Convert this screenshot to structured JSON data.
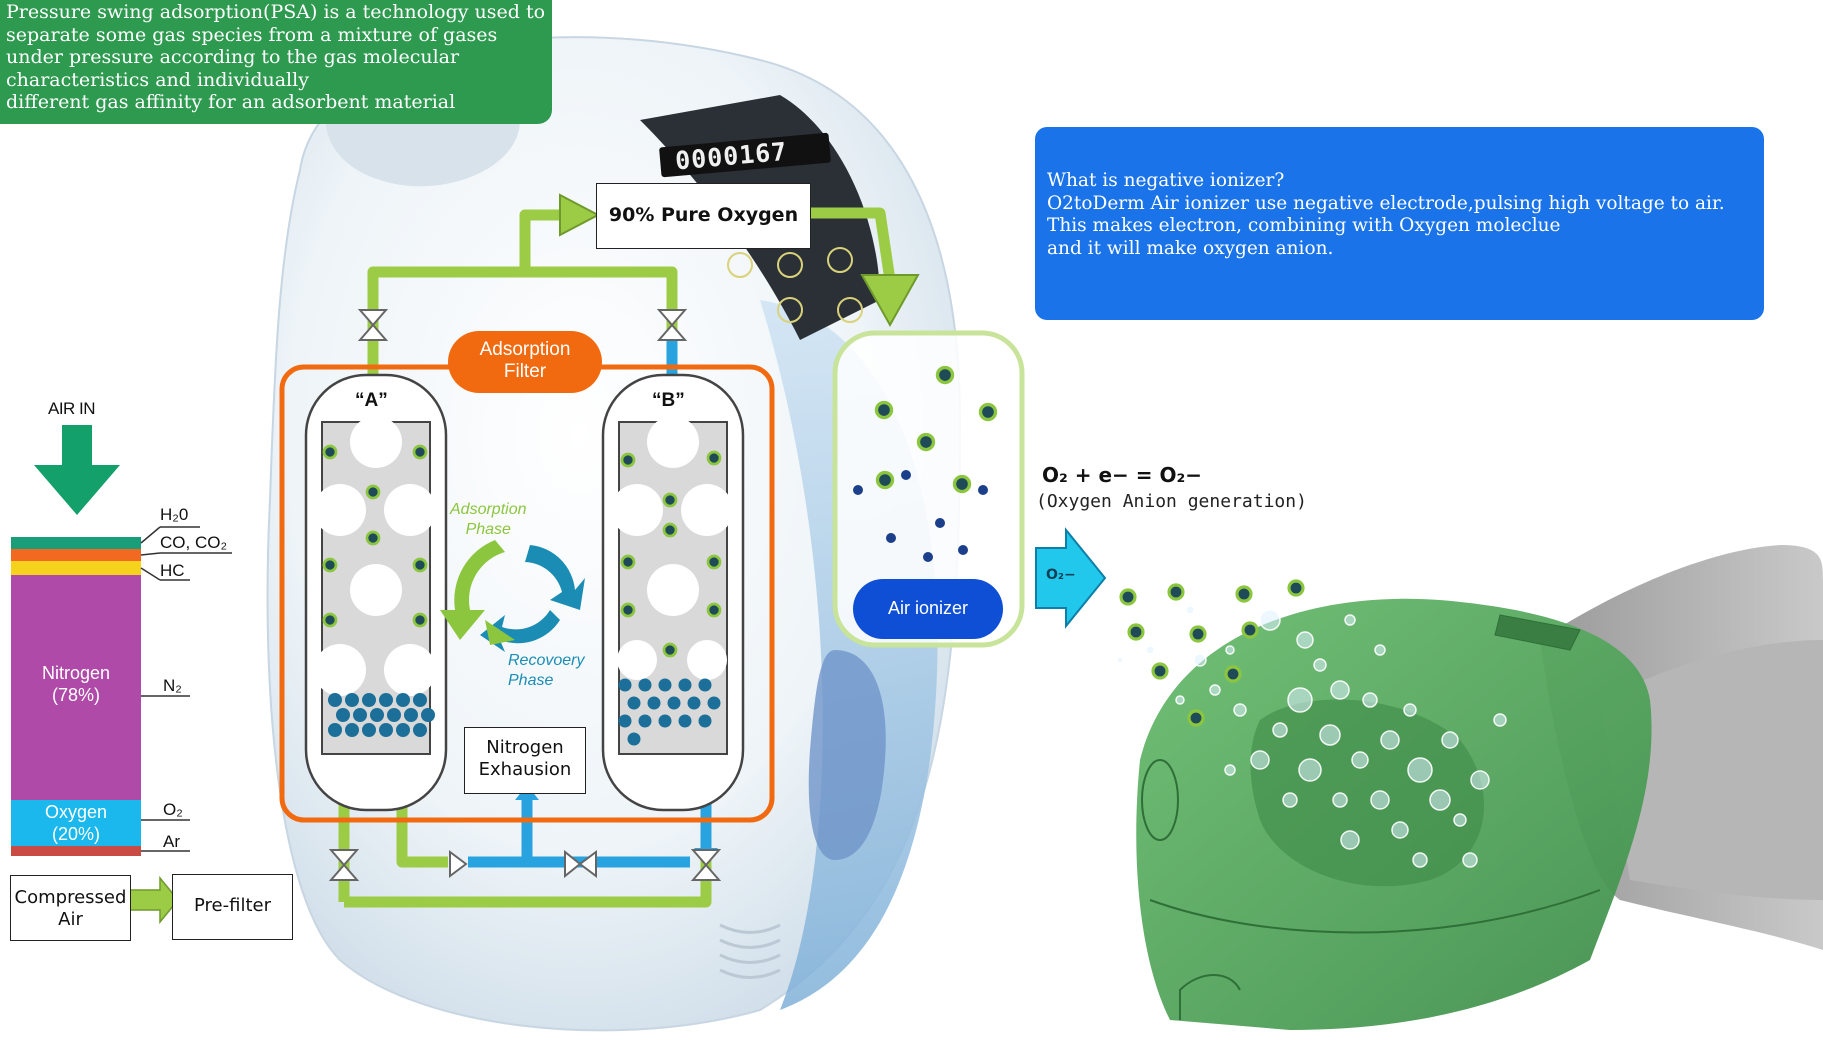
{
  "psa_info": {
    "lines": [
      "Pressure swing adsorption(PSA) is a technology used to",
      "separate some gas species from a mixture of gases",
      "under pressure according to the gas molecular",
      "characteristics and individually",
      "different gas affinity for an adsorbent material"
    ]
  },
  "ionizer_info": {
    "lines": [
      "What is negative ionizer?",
      "O2toDerm Air ionizer use negative electrode,pulsing high voltage to air.",
      "This makes electron, combining with Oxygen moleclue",
      "and it will make oxygen anion."
    ]
  },
  "device_display": {
    "counter": "0000167"
  },
  "labels": {
    "pure_oxygen": "90% Pure Oxygen",
    "adsorption_filter_1": "Adsorption",
    "adsorption_filter_2": "Filter",
    "tower_a": "“A”",
    "tower_b": "“B”",
    "adsorption_phase_1": "Adsorption",
    "adsorption_phase_2": "Phase",
    "recovery_phase_1": "Recovoery",
    "recovery_phase_2": "Phase",
    "nitrogen_exhaust_1": "Nitrogen",
    "nitrogen_exhaust_2": "Exhausion",
    "compressed_air_1": "Compressed",
    "compressed_air_2": "Air",
    "pre_filter": "Pre-filter",
    "air_in": "AIR IN",
    "air_ionizer": "Air ionizer",
    "equation": "O₂ + e−  = O₂−",
    "anion_generation": "(Oxygen Anion generation)",
    "o2_arrow": "O₂−"
  },
  "air_composition": {
    "nitrogen_1": "Nitrogen",
    "nitrogen_2": "(78%)",
    "oxygen_1": "Oxygen",
    "oxygen_2": "(20%)",
    "h2o": "H₂0",
    "co_co2": "CO, CO₂",
    "hc": "HC",
    "n2": "N₂",
    "o2": "O₂",
    "ar": "Ar"
  },
  "colors": {
    "psa_green": "#2e9a4f",
    "ionizer_blue": "#1a73e8",
    "pipe_green": "#9ccc45",
    "pipe_blue": "#29a3e0",
    "filter_orange": "#f26a10",
    "air_arrow": "#14a06b",
    "nitrogen": "#b04aa8",
    "oxygen": "#1ab8ec",
    "helmet": "#4ea35a"
  }
}
